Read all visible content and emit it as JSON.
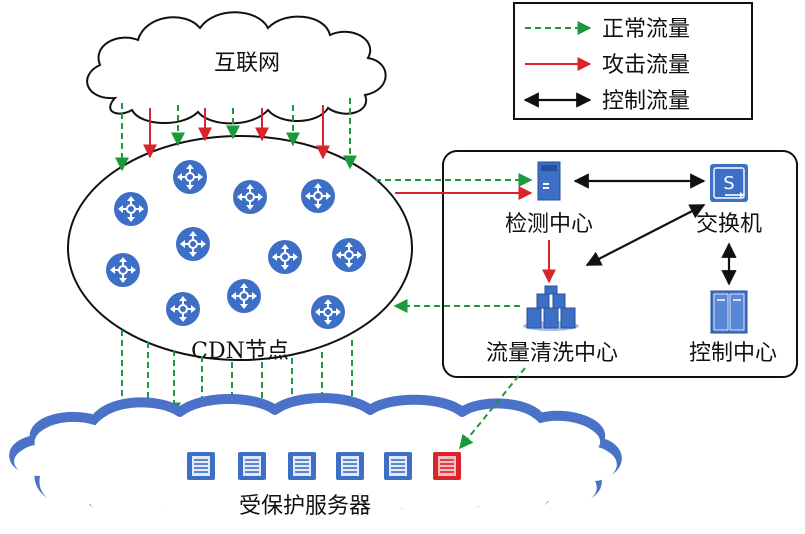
{
  "labels": {
    "internet": "互联网",
    "cdn": "CDN节点",
    "protected": "受保护服务器",
    "detection": "检测中心",
    "switch": "交换机",
    "cleaning": "流量清洗中心",
    "control": "控制中心"
  },
  "legend": {
    "normal": "正常流量",
    "attack": "攻击流量",
    "control": "控制流量"
  },
  "icons": {
    "switch_glyph": "S"
  },
  "colors": {
    "normal": "#1a9a3a",
    "attack": "#d8242a",
    "control": "#111111",
    "device": "#3d6fc7",
    "device_dark": "#2a4f99",
    "cloud_blue": "#4a72c8",
    "compromised": "#d8242a"
  }
}
